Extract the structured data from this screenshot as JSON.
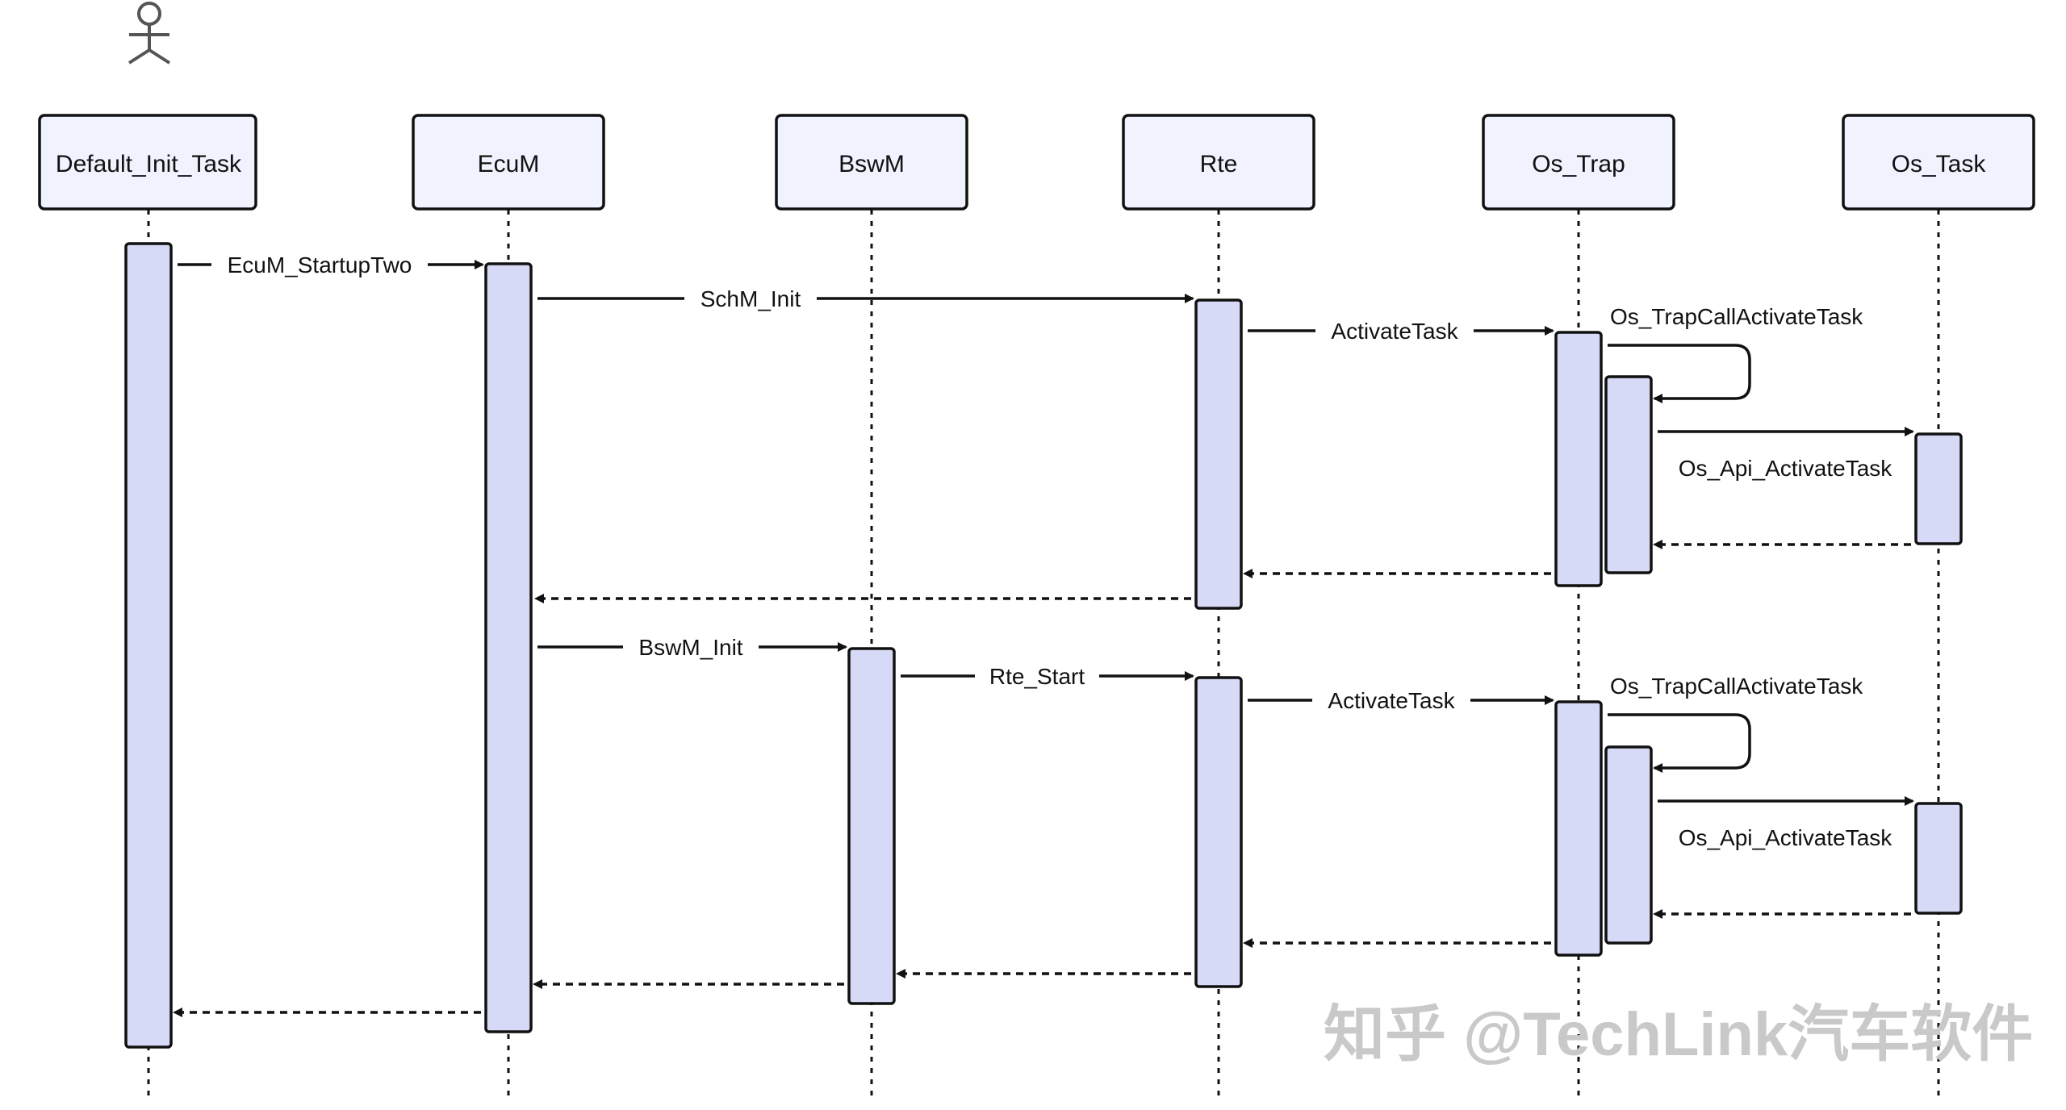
{
  "actor_icon": "stick-figure-icon",
  "participants": [
    "Default_Init_Task",
    "EcuM",
    "BswM",
    "Rte",
    "Os_Trap",
    "Os_Task"
  ],
  "messages": [
    {
      "label": "EcuM_StartupTwo",
      "type": "sync",
      "from": "Default_Init_Task",
      "to": "EcuM"
    },
    {
      "label": "SchM_Init",
      "type": "sync",
      "from": "EcuM",
      "to": "Rte"
    },
    {
      "label": "ActivateTask",
      "type": "sync",
      "from": "Rte",
      "to": "Os_Trap"
    },
    {
      "label": "Os_TrapCallActivateTask",
      "type": "self",
      "from": "Os_Trap",
      "to": "Os_Trap"
    },
    {
      "label": "Os_Api_ActivateTask",
      "type": "sync",
      "from": "Os_Trap",
      "to": "Os_Task"
    },
    {
      "label": "",
      "type": "return",
      "from": "Os_Task",
      "to": "Os_Trap"
    },
    {
      "label": "",
      "type": "return",
      "from": "Os_Trap",
      "to": "Rte"
    },
    {
      "label": "",
      "type": "return",
      "from": "Rte",
      "to": "EcuM"
    },
    {
      "label": "BswM_Init",
      "type": "sync",
      "from": "EcuM",
      "to": "BswM"
    },
    {
      "label": "Rte_Start",
      "type": "sync",
      "from": "BswM",
      "to": "Rte"
    },
    {
      "label": "ActivateTask",
      "type": "sync",
      "from": "Rte",
      "to": "Os_Trap"
    },
    {
      "label": "Os_TrapCallActivateTask",
      "type": "self",
      "from": "Os_Trap",
      "to": "Os_Trap"
    },
    {
      "label": "Os_Api_ActivateTask",
      "type": "sync",
      "from": "Os_Trap",
      "to": "Os_Task"
    },
    {
      "label": "",
      "type": "return",
      "from": "Os_Task",
      "to": "Os_Trap"
    },
    {
      "label": "",
      "type": "return",
      "from": "Os_Trap",
      "to": "Rte"
    },
    {
      "label": "",
      "type": "return",
      "from": "Rte",
      "to": "BswM"
    },
    {
      "label": "",
      "type": "return",
      "from": "BswM",
      "to": "EcuM"
    },
    {
      "label": "",
      "type": "return",
      "from": "EcuM",
      "to": "Default_Init_Task"
    }
  ],
  "watermark": "知乎 @TechLink汽车软件"
}
